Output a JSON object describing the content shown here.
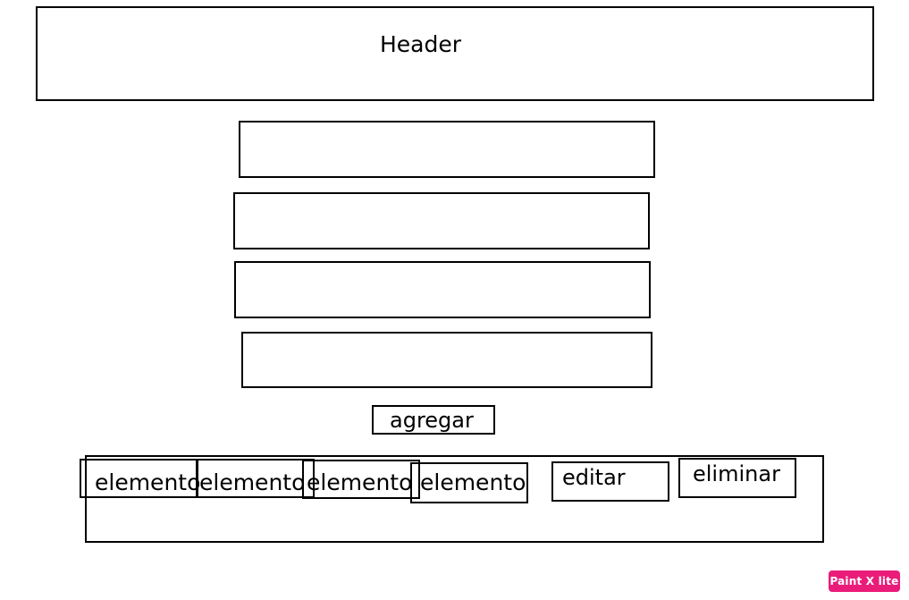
{
  "header": {
    "title": "Header"
  },
  "form": {
    "fields": [
      {
        "value": ""
      },
      {
        "value": ""
      },
      {
        "value": ""
      },
      {
        "value": ""
      }
    ],
    "add_button_label": "agregar"
  },
  "list_row": {
    "items": [
      {
        "label": "elemento"
      },
      {
        "label": "elemento"
      },
      {
        "label": "elemento"
      },
      {
        "label": "elemento"
      }
    ],
    "edit_label": "editar",
    "delete_label": "eliminar"
  },
  "watermark": {
    "text": "Paint X lite",
    "color": "#ea1c7a"
  },
  "colors": {
    "stroke": "#000000",
    "background": "#ffffff"
  }
}
